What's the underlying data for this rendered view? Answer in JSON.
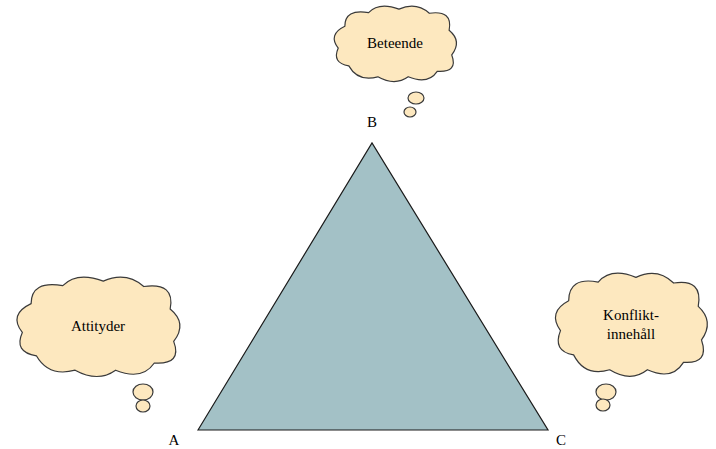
{
  "diagram": {
    "nodes": [
      {
        "text": [
          "Beteende"
        ]
      },
      {
        "text": [
          "Attityder"
        ]
      },
      {
        "text": [
          "Konflikt- innehåll"
        ]
      }
    ],
    "labels": [
      "B",
      "A",
      "C"
    ]
  }
}
